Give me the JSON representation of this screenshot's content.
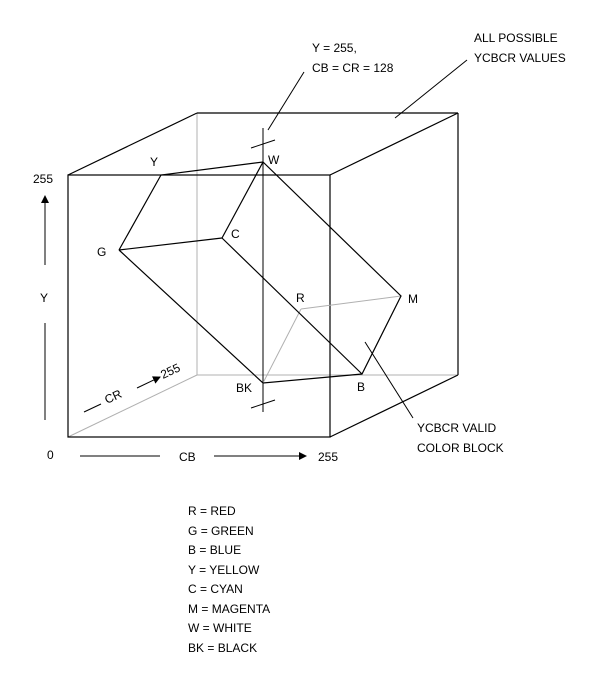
{
  "callouts": {
    "white_point_line1": "Y = 255,",
    "white_point_line2": "CB = CR = 128",
    "all_values_line1": "ALL POSSIBLE",
    "all_values_line2": "YCBCR VALUES",
    "valid_block_line1": "YCBCR VALID",
    "valid_block_line2": "COLOR BLOCK"
  },
  "axes": {
    "y_name": "Y",
    "y_max": "255",
    "origin": "0",
    "cb_name": "CB",
    "cb_max": "255",
    "cr_name": "CR",
    "cr_max": "255"
  },
  "vertices": {
    "y": "Y",
    "w": "W",
    "g": "G",
    "c": "C",
    "r": "R",
    "m": "M",
    "bk": "BK",
    "b": "B"
  },
  "legend": [
    {
      "abbr": "R",
      "sep": "=",
      "name": "RED"
    },
    {
      "abbr": "G",
      "sep": "=",
      "name": "GREEN"
    },
    {
      "abbr": "B",
      "sep": "=",
      "name": "BLUE"
    },
    {
      "abbr": "Y",
      "sep": "=",
      "name": "YELLOW"
    },
    {
      "abbr": "C",
      "sep": "=",
      "name": "CYAN"
    },
    {
      "abbr": "M",
      "sep": "=",
      "name": "MAGENTA"
    },
    {
      "abbr": "W",
      "sep": "=",
      "name": "WHITE"
    },
    {
      "abbr": "BK",
      "sep": "=",
      "name": "BLACK"
    }
  ]
}
